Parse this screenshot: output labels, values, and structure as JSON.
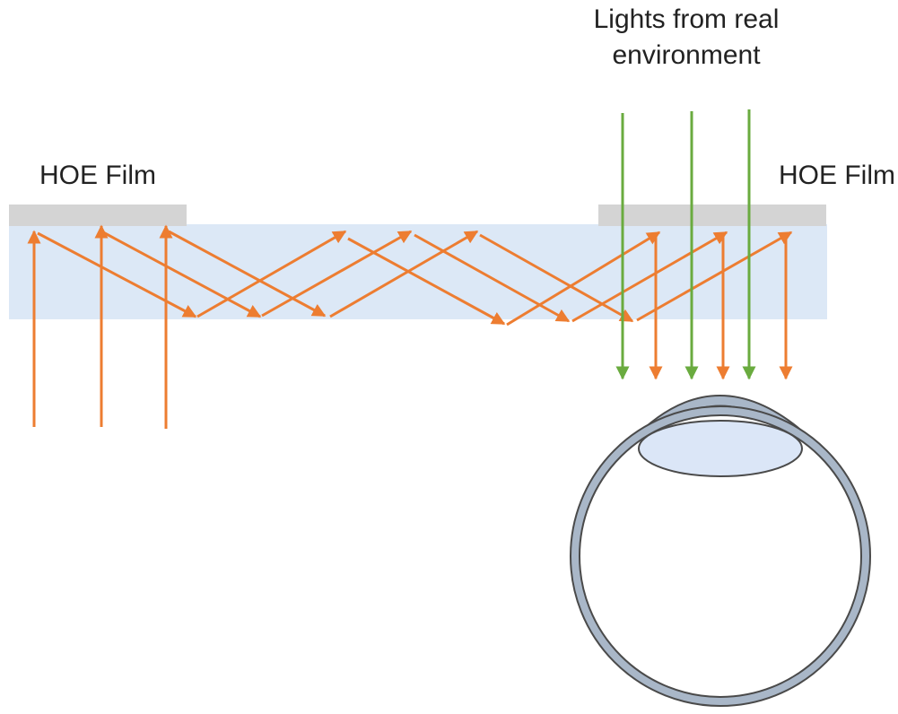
{
  "labels": {
    "hoe_film_left": "HOE Film",
    "hoe_film_right": "HOE Film",
    "environment": "Lights from real environment"
  },
  "colors": {
    "waveguide": "#dce8f6",
    "film": "#d4d4d4",
    "guided_light": "#ed7d31",
    "environment_light": "#6aab3f",
    "eye_outline": "#4a4a4a",
    "eye_sclera": "#a9b7c8",
    "lens": "#dbe6f7"
  }
}
